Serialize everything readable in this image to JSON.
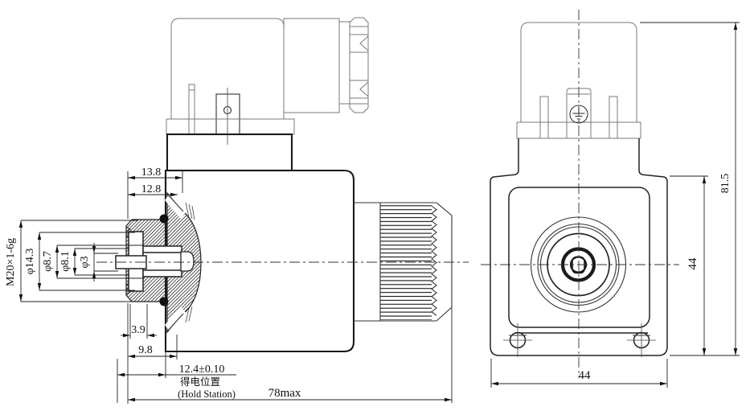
{
  "labels": {
    "dim_13_8": "13.8",
    "dim_12_8": "12.8",
    "thread_spec": "M20×1-6g",
    "dia_14_3": "φ14.3",
    "dia_8_7": "φ8.7",
    "dia_8_1": "φ8.1",
    "dia_3": "φ3",
    "dim_3_9": "3.9",
    "dim_9_8": "9.8",
    "hold_station_value": "12.4±0.10",
    "hold_station_zh": "得电位置",
    "hold_station_en": "(Hold Station)",
    "dim_78max": "78max",
    "dim_width_44": "44",
    "dim_height_44": "44",
    "dim_81_5": "81.5"
  }
}
